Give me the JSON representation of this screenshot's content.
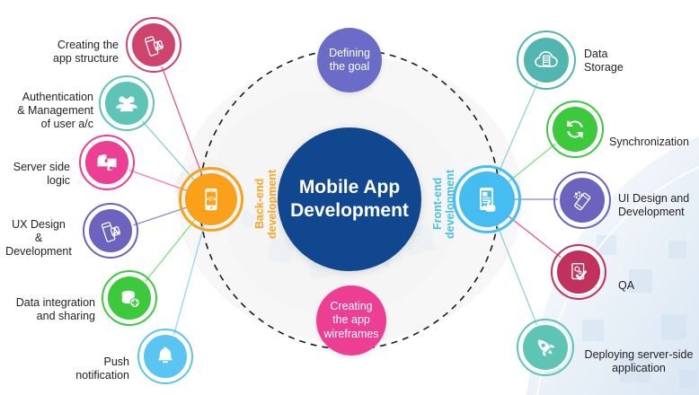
{
  "diagram": {
    "title": "Mobile App\nDevelopment",
    "center_color": "#10478f",
    "background": "#ffffff",
    "dashed_ring_color": "#1a1a1a",
    "top_caption": {
      "text": "Defining\nthe goal",
      "color": "#6b6bc8",
      "icon": "text-bubble"
    },
    "bottom_caption": {
      "text": "Creating\nthe app\nwireframes",
      "color": "#ec3e93",
      "icon": "text-bubble"
    },
    "side_labels": [
      {
        "text": "Back-end\ndevelopment",
        "color": "#f5a623",
        "side": "left"
      },
      {
        "text": "Front-end\ndevelopment",
        "color": "#49c0e8",
        "side": "right"
      }
    ],
    "hubs": [
      {
        "name": "backend-hub",
        "icon": "code-phone-icon",
        "color": "#f9a11b"
      },
      {
        "name": "frontend-hub",
        "icon": "touch-phone-icon",
        "color": "#46bdf0"
      }
    ],
    "left_nodes": [
      {
        "label": "Creating the\napp structure",
        "color": "#cf436f",
        "icon": "app-structure-icon"
      },
      {
        "label": "Authentication\n& Management\nof user a/c",
        "color": "#5ec4b6",
        "icon": "users-icon"
      },
      {
        "label": "Server side\nlogic",
        "color": "#ec3e93",
        "icon": "puzzle-icon"
      },
      {
        "label": "UX Design\n&\nDevelopment",
        "color": "#6b63bd",
        "icon": "ux-phone-icon"
      },
      {
        "label": "Data integration\nand sharing",
        "color": "#3cc93c",
        "icon": "database-plus-icon"
      },
      {
        "label": "Push\nnotification",
        "color": "#5bc5f2",
        "icon": "bell-icon"
      }
    ],
    "right_nodes": [
      {
        "label": "Data\nStorage",
        "color": "#52b5b0",
        "icon": "cloud-storage-icon"
      },
      {
        "label": "Synchronization",
        "color": "#3cc93c",
        "icon": "sync-icon"
      },
      {
        "label": "UI Design and\nDevelopment",
        "color": "#6b63bd",
        "icon": "ui-design-icon"
      },
      {
        "label": "QA",
        "color": "#c0315c",
        "icon": "qa-check-icon"
      },
      {
        "label": "Deploying server-side\napplication",
        "color": "#5ec4b6",
        "icon": "rocket-icon"
      }
    ]
  }
}
